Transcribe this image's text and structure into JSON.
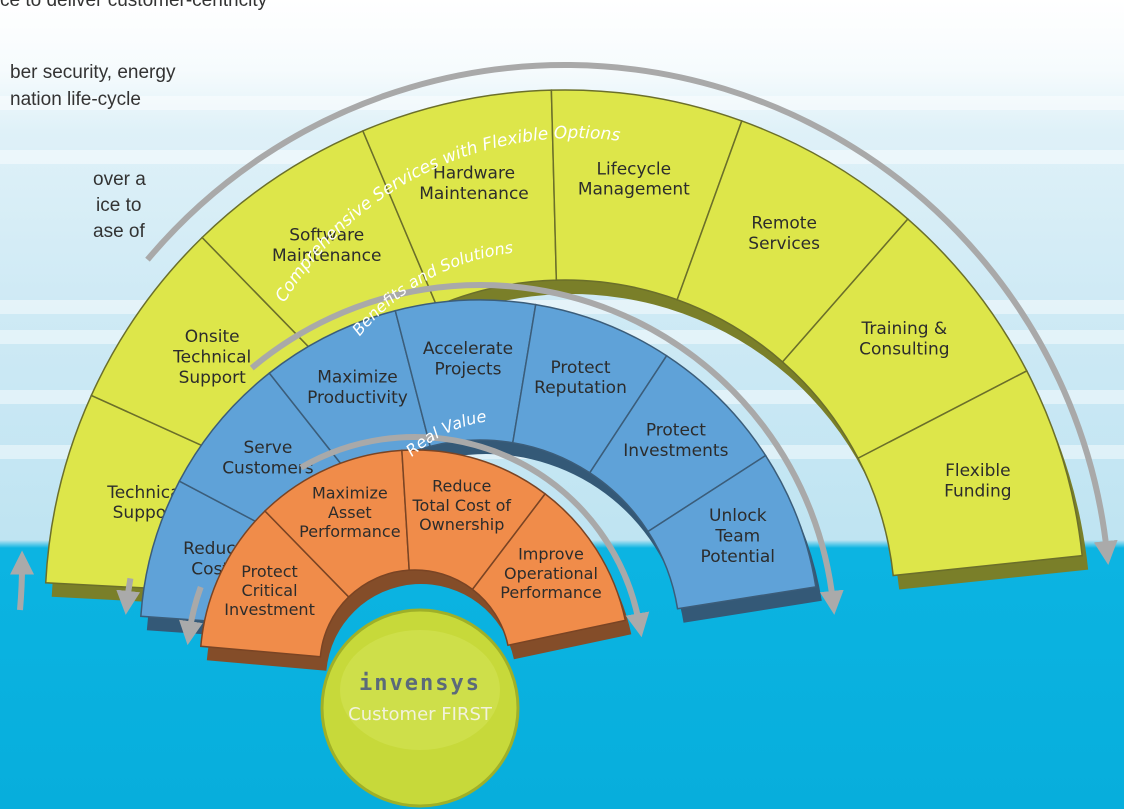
{
  "intro_text": {
    "line_1": "ce to deliver customer-centricity",
    "line_2": "ber security, energy",
    "line_3": "nation life-cycle",
    "line_4": "over a",
    "line_5": "ice to",
    "line_6": "ase of"
  },
  "rings": [
    {
      "id": "outer",
      "title": "Comprehensive Services with Flexible Options",
      "color": "#dde64a",
      "segments": [
        [
          "Technical",
          "Support"
        ],
        [
          "Onsite",
          "Technical",
          "Support"
        ],
        [
          "Software",
          "Maintenance"
        ],
        [
          "Hardware",
          "Maintenance"
        ],
        [
          "Lifecycle",
          "Management"
        ],
        [
          "Remote",
          "Services"
        ],
        [
          "Training &",
          "Consulting"
        ],
        [
          "Flexible",
          "Funding"
        ]
      ]
    },
    {
      "id": "middle",
      "title": "Benefits and Solutions",
      "color": "#5fa2d8",
      "segments": [
        [
          "Reduce",
          "Costs"
        ],
        [
          "Serve",
          "Customers"
        ],
        [
          "Maximize",
          "Productivity"
        ],
        [
          "Accelerate",
          "Projects"
        ],
        [
          "Protect",
          "Reputation"
        ],
        [
          "Protect",
          "Investments"
        ],
        [
          "Unlock",
          "Team",
          "Potential"
        ]
      ]
    },
    {
      "id": "inner",
      "title": "Real Value",
      "color": "#f08c4a",
      "segments": [
        [
          "Protect",
          "Critical",
          "Investment"
        ],
        [
          "Maximize",
          "Asset",
          "Performance"
        ],
        [
          "Reduce",
          "Total Cost of",
          "Ownership"
        ],
        [
          "Improve",
          "Operational",
          "Performance"
        ]
      ]
    }
  ],
  "center": {
    "brand": "invensys",
    "tagline": "Customer FIRST"
  }
}
